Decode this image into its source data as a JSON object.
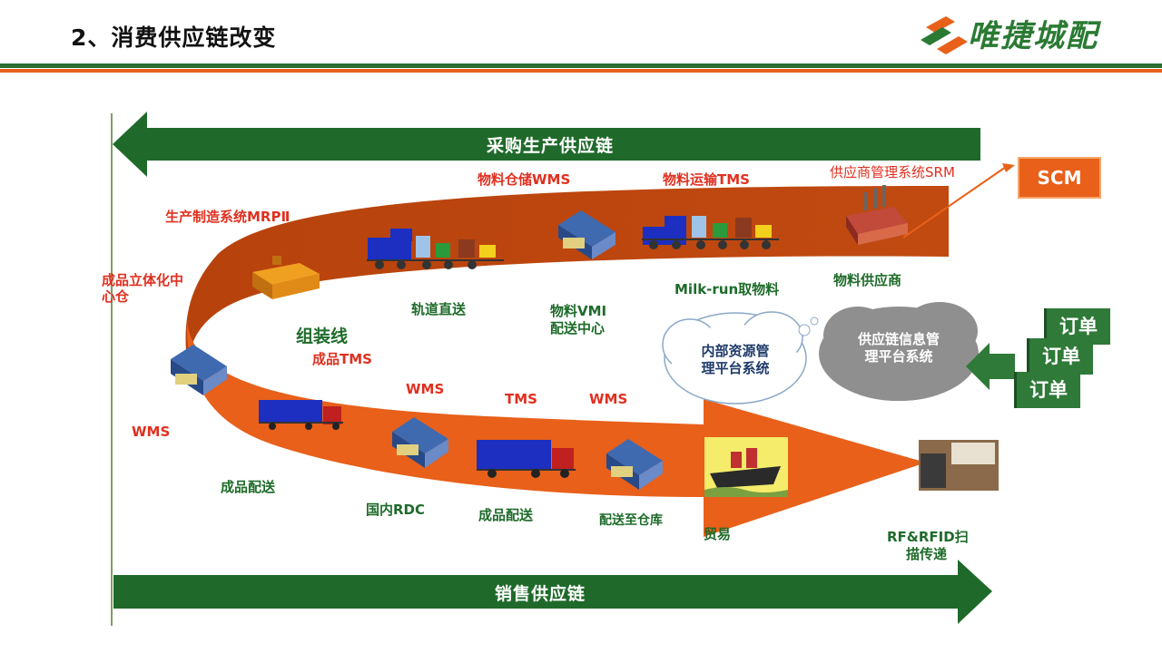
{
  "header": {
    "title": "2、消费供应链改变",
    "logo_text": "唯捷城配",
    "accent_color": "#e8601a",
    "brand_color": "#2a7a33"
  },
  "arrows": {
    "top": "采购生产供应链",
    "bottom": "销售供应链"
  },
  "scm": "SCM",
  "upper_labels": {
    "mrp": "生产制造系统MRPⅡ",
    "wms": "物料仓储WMS",
    "tms": "物料运输TMS",
    "srm": "供应商管理系统SRM",
    "finished_warehouse": "成品立体化中心仓",
    "rail": "轨道直送",
    "vmi_line1": "物料VMI",
    "vmi_line2": "配送中心",
    "milk_run": "Milk-run取物料",
    "supplier": "物料供应商",
    "assembly": "组装线"
  },
  "lower_labels": {
    "product_tms": "成品TMS",
    "wms1": "WMS",
    "tms": "TMS",
    "wms2": "WMS",
    "wms_left": "WMS",
    "finished_delivery1": "成品配送",
    "domestic_rdc": "国内RDC",
    "finished_delivery2": "成品配送",
    "to_warehouse": "配送至仓库",
    "trade": "贸易",
    "rfid_line1": "RF&RFID扫",
    "rfid_line2": "描传递"
  },
  "clouds": {
    "erp_line1": "内部资源管",
    "erp_line2": "理平台系统",
    "scip_line1": "供应链信息管",
    "scip_line2": "理平台系统"
  },
  "orders": [
    "订单",
    "订单",
    "订单"
  ]
}
